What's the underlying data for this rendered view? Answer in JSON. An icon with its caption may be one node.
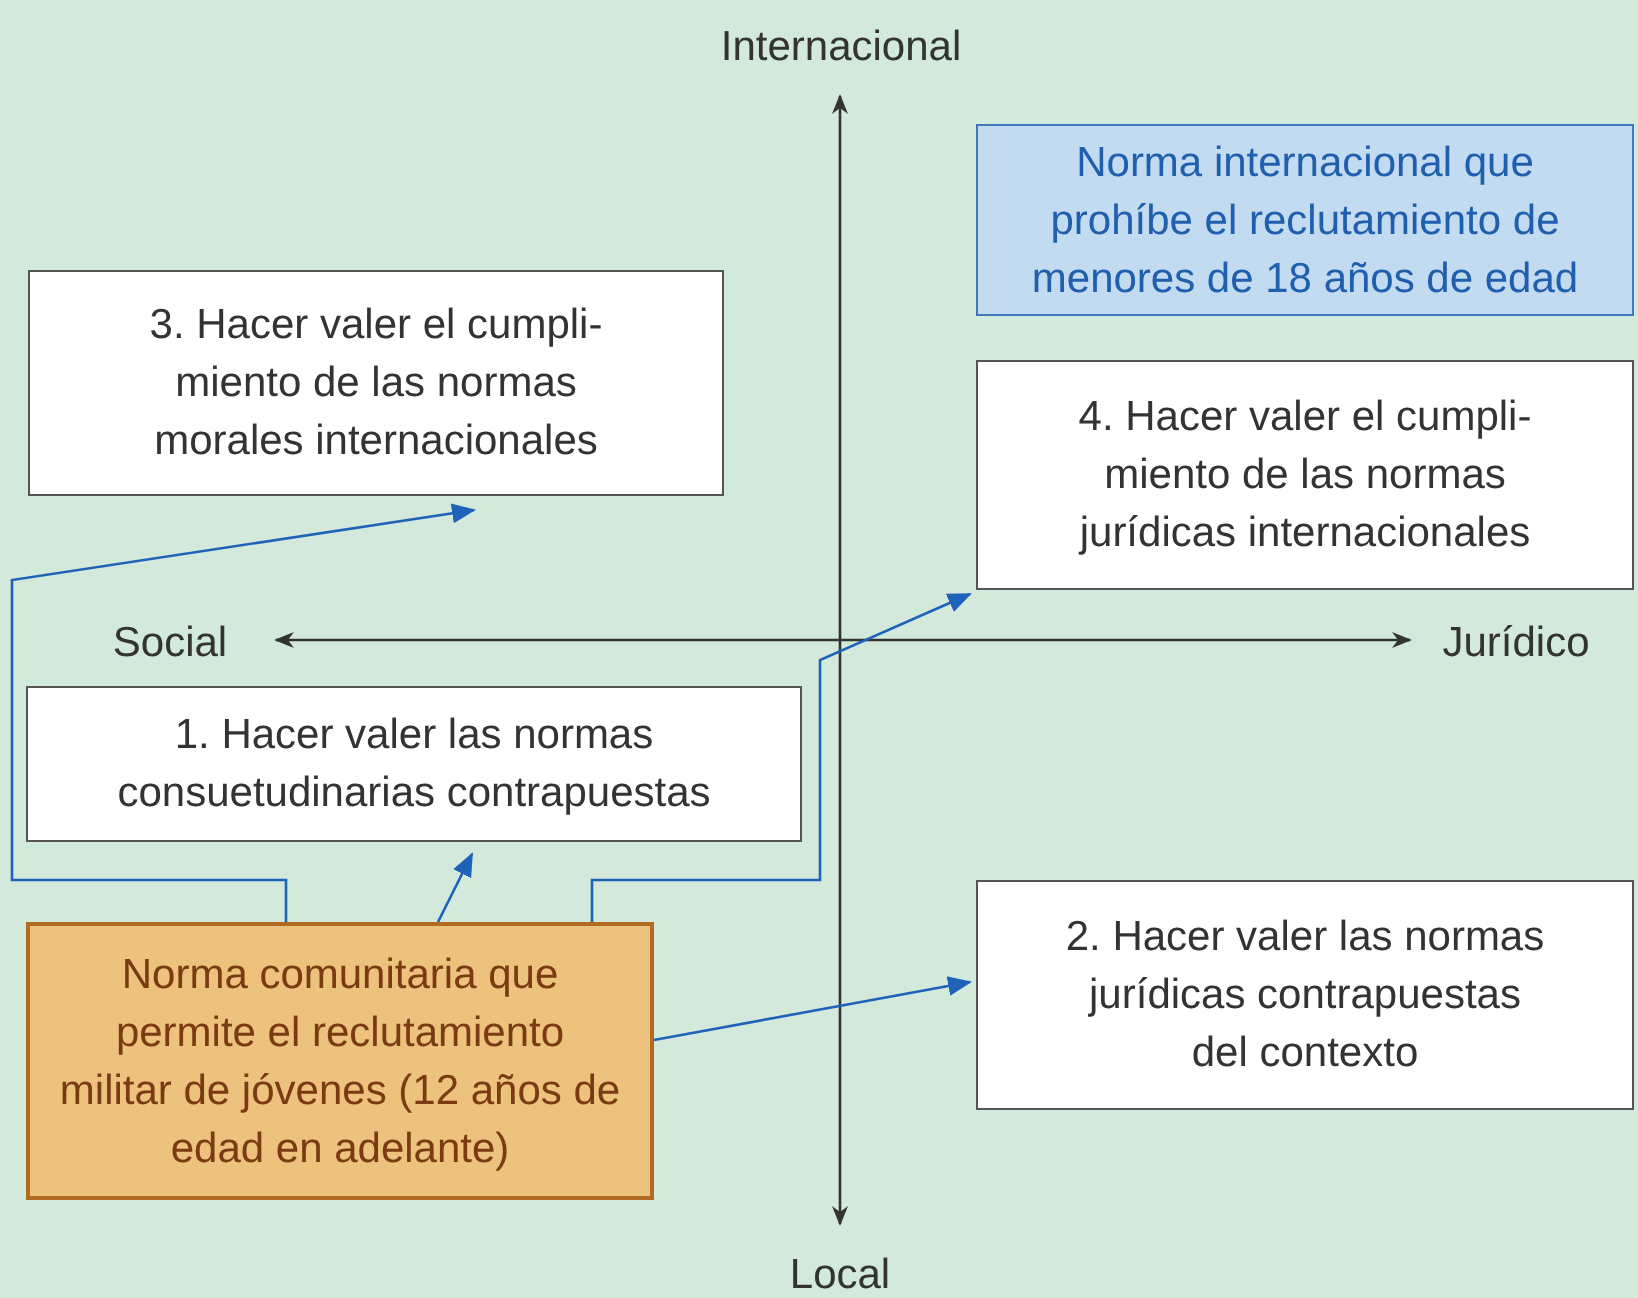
{
  "diagram": {
    "nodes": [
      {
        "text": [
          "Norma internacional que prohíbe el reclutamiento de menores de 18 años de edad"
        ]
      },
      {
        "text": [
          "3. Hacer valer el cumpli- miento de las normas morales internacionales"
        ]
      },
      {
        "text": [
          "4. Hacer valer el cumpli- miento de las normas jurídicas internacionales"
        ]
      },
      {
        "text": [
          "1. Hacer valer las normas consuetudinarias contrapuestas"
        ]
      },
      {
        "text": [
          "2. Hacer valer las normas jurídicas contrapuestas del contexto"
        ]
      },
      {
        "text": [
          "Norma comunitaria que permite el reclutamiento militar de jóvenes (12 años de edad en adelante)"
        ]
      }
    ],
    "edges": [
      {
        "from": 5,
        "to": 1,
        "arrow": "to"
      },
      {
        "from": 5,
        "to": 3,
        "arrow": "to"
      },
      {
        "from": 5,
        "to": 2,
        "arrow": "to"
      },
      {
        "from": 5,
        "to": 4,
        "arrow": "to"
      }
    ],
    "labels": [
      "Internacional",
      "Social",
      "Jurídico",
      "Local"
    ]
  }
}
